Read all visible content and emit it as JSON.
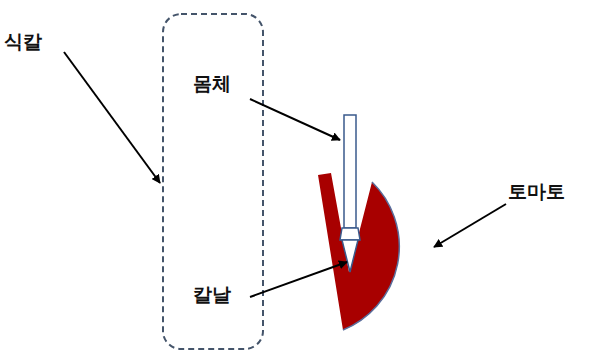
{
  "diagram": {
    "labels": [
      "식칼",
      "몸체",
      "칼날",
      "토마토"
    ]
  }
}
